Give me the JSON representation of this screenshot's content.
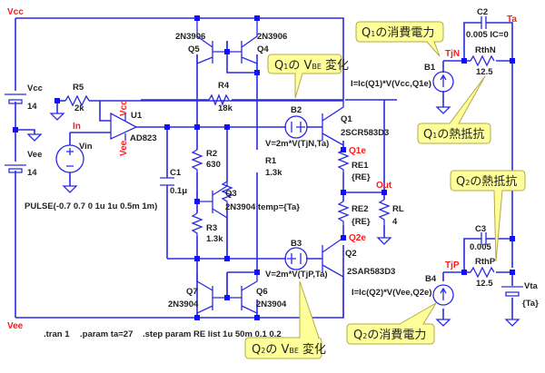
{
  "nets": {
    "vcc": "Vcc",
    "vee": "Vee",
    "in": "In",
    "out": "Out",
    "q1e": "Q1e",
    "q2e": "Q2e",
    "tjn": "TjN",
    "tjp": "TjP",
    "ta": "Ta",
    "u1_vcc": "Vcc",
    "u1_vee": "Vee"
  },
  "components": {
    "vcc_src": {
      "name": "Vcc",
      "value": "14"
    },
    "vee_src": {
      "name": "Vee",
      "value": "14"
    },
    "vin": {
      "name": "Vin",
      "value": "PULSE(-0.7 0.7 0 1u 1u 0.5m 1m)"
    },
    "r5": {
      "name": "R5",
      "value": "2k"
    },
    "u1": {
      "name": "U1",
      "value": "AD823"
    },
    "r4": {
      "name": "R4",
      "value": "18k"
    },
    "c1": {
      "name": "C1",
      "value": "0.1μ"
    },
    "r2": {
      "name": "R2",
      "value": "630"
    },
    "r3": {
      "name": "R3",
      "value": "1.3k"
    },
    "r1": {
      "name": "R1",
      "value": "1.3k"
    },
    "q3": {
      "name": "Q3",
      "value": "2N3904 temp={Ta}"
    },
    "q4": {
      "name": "Q4",
      "value": "2N3906"
    },
    "q5": {
      "name": "Q5",
      "value": "2N3906"
    },
    "q6": {
      "name": "Q6",
      "value": "2N3904"
    },
    "q7": {
      "name": "Q7",
      "value": "2N3904"
    },
    "b2": {
      "name": "B2",
      "value": "V=2m*V(TjN,Ta)"
    },
    "b3": {
      "name": "B3",
      "value": "V=2m*V(TjP,Ta)"
    },
    "q1": {
      "name": "Q1",
      "value": "2SCR583D3"
    },
    "q2": {
      "name": "Q2",
      "value": "2SAR583D3"
    },
    "re1": {
      "name": "RE1",
      "value": "{RE}"
    },
    "re2": {
      "name": "RE2",
      "value": "{RE}"
    },
    "rl": {
      "name": "RL",
      "value": "4"
    },
    "b1": {
      "name": "B1",
      "value": "I=Ic(Q1)*V(Vcc,Q1e)"
    },
    "b4": {
      "name": "B4",
      "value": "I=Ic(Q2)*V(Vee,Q2e)"
    },
    "c2": {
      "name": "C2",
      "value": "0.005 IC=0"
    },
    "c3": {
      "name": "C3",
      "value": "0.005"
    },
    "rthn": {
      "name": "RthN",
      "value": "12.5"
    },
    "rthp": {
      "name": "RthP",
      "value": "12.5"
    },
    "vta": {
      "name": "Vta",
      "value": "{Ta}"
    }
  },
  "directives": {
    "tran": ".tran 1",
    "param": ".param ta=27",
    "step": ".step param RE list 1u 50m  0.1 0.2"
  },
  "callouts": {
    "q1_vbe": {
      "pre": "Q",
      "sub": "1",
      "mid": "の V",
      "sub2": "BE",
      "post": " 変化"
    },
    "q2_vbe": {
      "pre": "Q",
      "sub": "2",
      "mid": "の V",
      "sub2": "BE",
      "post": " 変化"
    },
    "q1_power": {
      "pre": "Q",
      "sub": "1",
      "post": "の消費電力"
    },
    "q2_power": {
      "pre": "Q",
      "sub": "2",
      "post": "の消費電力"
    },
    "q1_rth": {
      "pre": "Q",
      "sub": "1",
      "post": "の熱抵抗"
    },
    "q2_rth": {
      "pre": "Q",
      "sub": "2",
      "post": "の熱抵抗"
    }
  }
}
